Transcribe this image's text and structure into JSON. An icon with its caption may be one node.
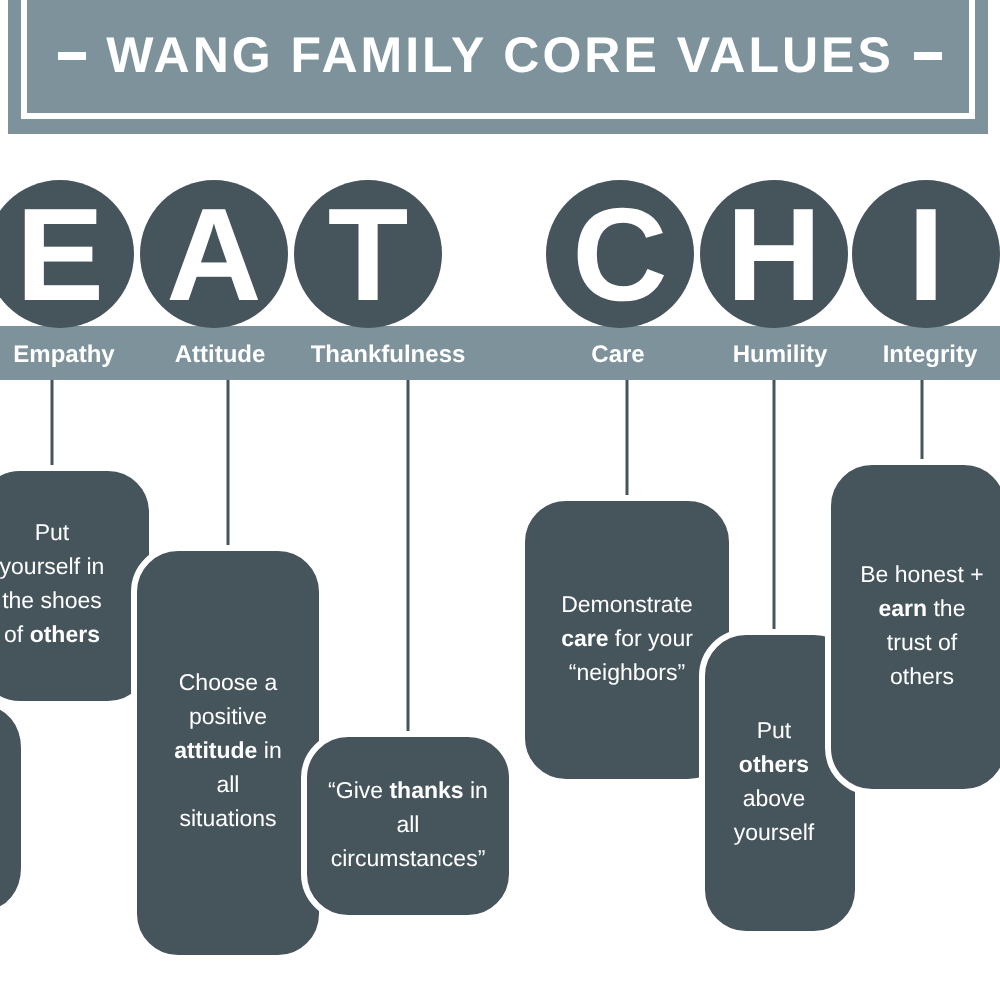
{
  "diagram": {
    "title": "WANG FAMILY CORE VALUES",
    "nodes": [
      {
        "text": [
          "E"
        ]
      },
      {
        "text": [
          "A"
        ]
      },
      {
        "text": [
          "T"
        ]
      },
      {
        "text": [
          "C"
        ]
      },
      {
        "text": [
          "H"
        ]
      },
      {
        "text": [
          "I"
        ]
      },
      {
        "text": [
          "Empathy"
        ]
      },
      {
        "text": [
          "Attitude"
        ]
      },
      {
        "text": [
          "Thankfulness"
        ]
      },
      {
        "text": [
          "Care"
        ]
      },
      {
        "text": [
          "Humility"
        ]
      },
      {
        "text": [
          "Integrity"
        ]
      },
      {
        "text": [
          "Put yourself in the shoes of **others**"
        ]
      },
      {
        "text": [],
        "shape": "box"
      },
      {
        "text": [
          "Choose a positive **attitude** in all situations"
        ]
      },
      {
        "text": [
          "“Give **thanks** in all circumstances”"
        ]
      },
      {
        "text": [
          "Demonstrate **care** for your “neighbors”"
        ]
      },
      {
        "text": [
          "Put **others** above yourself"
        ]
      },
      {
        "text": [
          "Be honest + **earn** the trust of others"
        ]
      }
    ],
    "edges": [
      {
        "from": 6,
        "to": 12,
        "arrow": "none"
      },
      {
        "from": 7,
        "to": 14,
        "arrow": "none"
      },
      {
        "from": 8,
        "to": 15,
        "arrow": "none"
      },
      {
        "from": 9,
        "to": 16,
        "arrow": "none"
      },
      {
        "from": 10,
        "to": 17,
        "arrow": "none"
      },
      {
        "from": 11,
        "to": 18,
        "arrow": "none"
      }
    ]
  }
}
